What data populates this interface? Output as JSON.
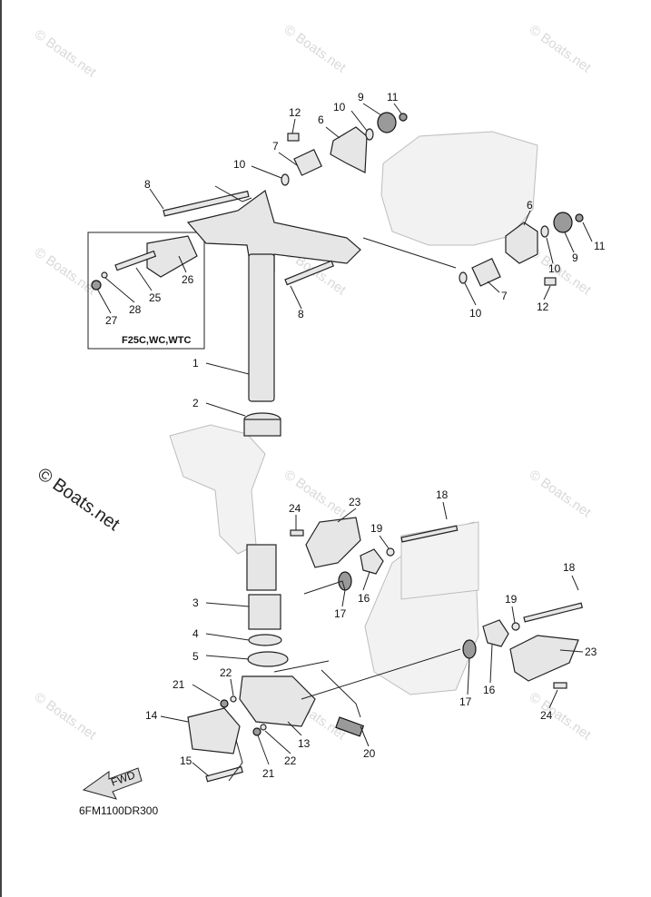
{
  "watermark": {
    "light_text": "© Boats.net",
    "main_text": "© Boats.net"
  },
  "variant_box_label": "F25C,WC,WTC",
  "diagram_code": "6FM1100DR300",
  "fwd_label": "FWD",
  "callouts": [
    {
      "id": "c1",
      "label": "1"
    },
    {
      "id": "c2",
      "label": "2"
    },
    {
      "id": "c3",
      "label": "3"
    },
    {
      "id": "c4",
      "label": "4"
    },
    {
      "id": "c5",
      "label": "5"
    },
    {
      "id": "c6a",
      "label": "6"
    },
    {
      "id": "c6b",
      "label": "6"
    },
    {
      "id": "c7a",
      "label": "7"
    },
    {
      "id": "c7b",
      "label": "7"
    },
    {
      "id": "c8a",
      "label": "8"
    },
    {
      "id": "c8b",
      "label": "8"
    },
    {
      "id": "c9a",
      "label": "9"
    },
    {
      "id": "c9b",
      "label": "9"
    },
    {
      "id": "c10a",
      "label": "10"
    },
    {
      "id": "c10b",
      "label": "10"
    },
    {
      "id": "c10c",
      "label": "10"
    },
    {
      "id": "c10d",
      "label": "10"
    },
    {
      "id": "c11a",
      "label": "11"
    },
    {
      "id": "c11b",
      "label": "11"
    },
    {
      "id": "c12a",
      "label": "12"
    },
    {
      "id": "c12b",
      "label": "12"
    },
    {
      "id": "c13",
      "label": "13"
    },
    {
      "id": "c14",
      "label": "14"
    },
    {
      "id": "c15",
      "label": "15"
    },
    {
      "id": "c16a",
      "label": "16"
    },
    {
      "id": "c16b",
      "label": "16"
    },
    {
      "id": "c17a",
      "label": "17"
    },
    {
      "id": "c17b",
      "label": "17"
    },
    {
      "id": "c18a",
      "label": "18"
    },
    {
      "id": "c18b",
      "label": "18"
    },
    {
      "id": "c19a",
      "label": "19"
    },
    {
      "id": "c19b",
      "label": "19"
    },
    {
      "id": "c20",
      "label": "20"
    },
    {
      "id": "c21a",
      "label": "21"
    },
    {
      "id": "c21b",
      "label": "21"
    },
    {
      "id": "c22a",
      "label": "22"
    },
    {
      "id": "c22b",
      "label": "22"
    },
    {
      "id": "c23a",
      "label": "23"
    },
    {
      "id": "c23b",
      "label": "23"
    },
    {
      "id": "c24a",
      "label": "24"
    },
    {
      "id": "c24b",
      "label": "24"
    },
    {
      "id": "c25",
      "label": "25"
    },
    {
      "id": "c26",
      "label": "26"
    },
    {
      "id": "c27",
      "label": "27"
    },
    {
      "id": "c28",
      "label": "28"
    }
  ]
}
